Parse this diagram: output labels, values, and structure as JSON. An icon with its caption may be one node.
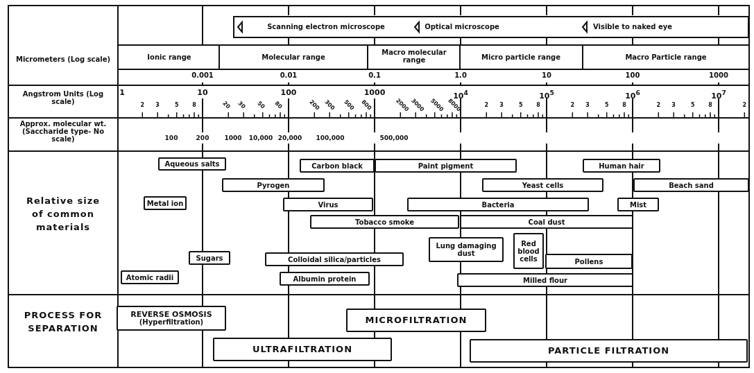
{
  "diagram": {
    "nodes": [
      {
        "text": [
          "Aqueous salts"
        ]
      },
      {
        "text": [
          "Carbon black"
        ]
      },
      {
        "text": [
          "Paint pigment"
        ]
      },
      {
        "text": [
          "Human hair"
        ]
      },
      {
        "text": [
          "Pyrogen"
        ]
      },
      {
        "text": [
          "Yeast cells"
        ]
      },
      {
        "text": [
          "Beach sand"
        ]
      },
      {
        "text": [
          "Metal ion"
        ]
      },
      {
        "text": [
          "Virus"
        ]
      },
      {
        "text": [
          "Bacteria"
        ]
      },
      {
        "text": [
          "Mist"
        ]
      },
      {
        "text": [
          "Tobacco smoke"
        ]
      },
      {
        "text": [
          "Coal dust"
        ]
      },
      {
        "text": [
          "Lung damaging dust"
        ]
      },
      {
        "text": [
          "Red blood cells"
        ]
      },
      {
        "text": [
          "Sugars"
        ]
      },
      {
        "text": [
          "Colloidal silica/particles"
        ]
      },
      {
        "text": [
          "Pollens"
        ]
      },
      {
        "text": [
          "Atomic radii"
        ]
      },
      {
        "text": [
          "Albumin protein"
        ]
      },
      {
        "text": [
          "Milled flour"
        ]
      },
      {
        "text": [
          "REVERSE OSMOSIS",
          "(Hyperfiltration)"
        ]
      },
      {
        "text": [
          "MICROFILTRATION"
        ]
      },
      {
        "text": [
          "ULTRAFILTRATION"
        ]
      },
      {
        "text": [
          "PARTICLE FILTRATION"
        ]
      }
    ],
    "labels": [
      "Scanning electron microscope",
      "Optical microscope",
      "Visible to naked eye",
      "Micrometers (Log scale)",
      "Ionic range",
      "Molecular range",
      "Macro molecular range",
      "Micro particle range",
      "Macro Particle range",
      "0.001",
      "0.01",
      "0.1",
      "1.0",
      "10",
      "100",
      "1000",
      "Angstrom Units (Log scale)",
      "1",
      "2",
      "3",
      "5",
      "8",
      "10",
      "20",
      "30",
      "50",
      "80",
      "100",
      "200",
      "300",
      "500",
      "800",
      "1000",
      "2000",
      "3000",
      "5000",
      "8000",
      "10$^{4}$",
      "2",
      "3",
      "5",
      "8",
      "10$^{5}$",
      "2",
      "3",
      "5",
      "8",
      "10$^{6}$",
      "2",
      "3",
      "5",
      "8",
      "10$^{7}$",
      "2",
      "Approx. molecular wt. (Saccharide type- No scale)",
      "100",
      "200",
      "1000",
      "10,000",
      "20,000",
      "100,000",
      "500,000",
      "Relative size of common materials",
      "PROCESS FOR SEPARATION"
    ]
  }
}
